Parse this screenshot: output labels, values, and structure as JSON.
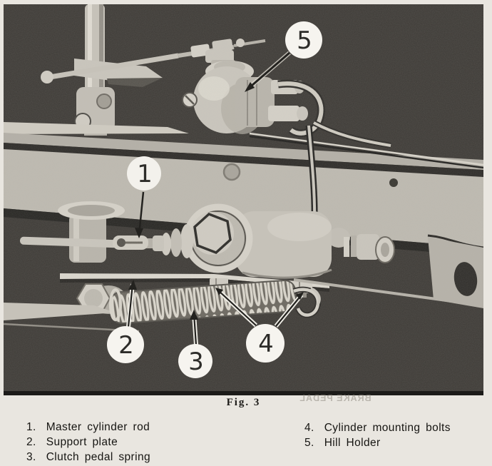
{
  "figure": {
    "caption": "Fig. 3",
    "callouts": [
      {
        "number": "1",
        "target": "master cylinder rod clevis"
      },
      {
        "number": "2",
        "target": "support plate edge"
      },
      {
        "number": "3",
        "target": "clutch pedal spring"
      },
      {
        "number": "4",
        "target": "cylinder mounting bolts"
      },
      {
        "number": "5",
        "target": "hill holder valve body"
      }
    ],
    "bleed_through_text": "BRAKE PEDAL"
  },
  "legend": {
    "items": [
      {
        "number": "1.",
        "label": "Master cylinder rod"
      },
      {
        "number": "2.",
        "label": "Support plate"
      },
      {
        "number": "3.",
        "label": "Clutch pedal spring"
      },
      {
        "number": "4.",
        "label": "Cylinder mounting bolts"
      },
      {
        "number": "5.",
        "label": "Hill Holder"
      }
    ]
  },
  "colors": {
    "page_background": "#e9e6e0",
    "photo_background": "#3d3a36",
    "machinery_light": "#c6c2b9",
    "callout_fill": "#f6f4ef",
    "leader_line": "#23221f",
    "text": "#161512"
  }
}
